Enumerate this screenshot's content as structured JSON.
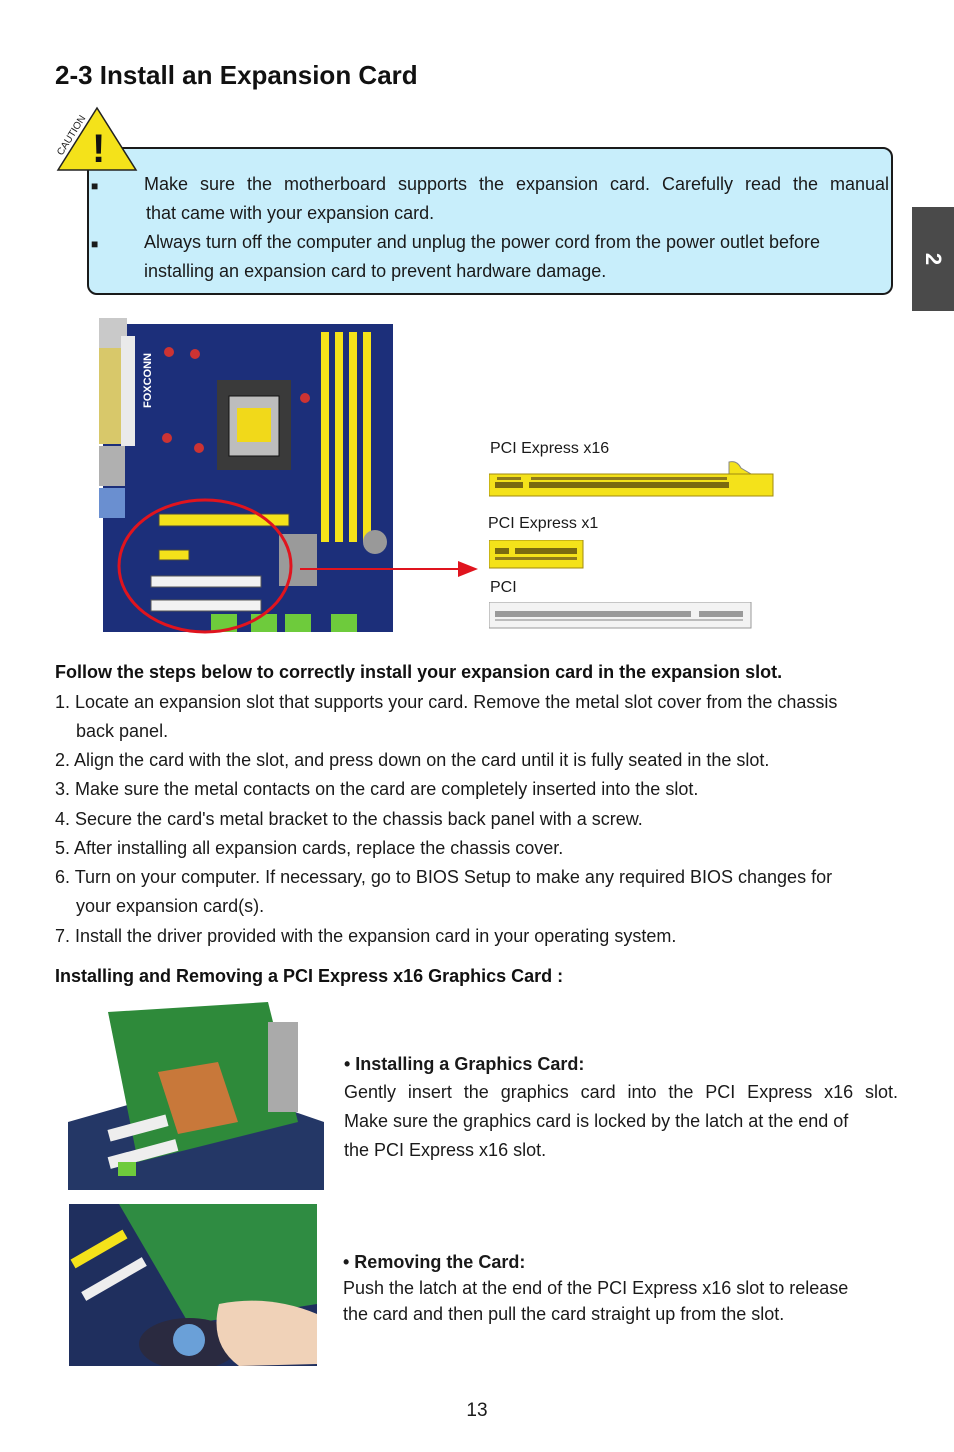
{
  "section": {
    "title": "2-3 Install an Expansion Card",
    "chapter_tab": "2"
  },
  "caution": {
    "label": "CAUTION",
    "bullets": [
      {
        "line1": "Make sure the motherboard supports the expansion card. Carefully read the manual",
        "line2": "that came with your expansion card."
      },
      {
        "line1": "Always turn off the computer and unplug the power cord from the power outlet before",
        "line2": "installing an expansion card to prevent hardware damage."
      }
    ]
  },
  "slots": {
    "pcie_x16": "PCI Express x16",
    "pcie_x1": "PCI Express x1",
    "pci": "PCI"
  },
  "board_brand": "FOXCONN",
  "steps": {
    "heading": "Follow the steps below to correctly install your expansion card in the expansion slot.",
    "s1a": "1. Locate an expansion slot that supports your card. Remove the metal slot cover from the chassis",
    "s1b": "back panel.",
    "s2": "2. Align the card with the slot, and press down on the card until it is fully seated in the slot.",
    "s3": "3. Make sure the metal contacts on the card are completely inserted into the slot.",
    "s4": "4. Secure the card's metal bracket to the chassis back panel with a screw.",
    "s5": "5. After installing all expansion cards, replace the chassis cover.",
    "s6a": "6. Turn on your computer. If necessary, go to BIOS Setup to make any required BIOS changes for",
    "s6b": "your expansion card(s).",
    "s7": "7. Install the driver provided with the expansion card in your operating system."
  },
  "graphics": {
    "heading": "Installing and Removing a PCI Express x16 Graphics Card :",
    "install_title": "• Installing a Graphics Card:",
    "install_l1": "Gently insert the graphics card into the PCI Express x16 slot.",
    "install_l2": "Make sure the graphics card is locked by the latch at the end of",
    "install_l3": "the PCI Express x16 slot.",
    "remove_title": "• Removing the Card:",
    "remove_l1": "Push the latch at the end of the PCI Express x16 slot to release",
    "remove_l2": "the card and then pull the card straight up from the slot."
  },
  "page_number": "13",
  "colors": {
    "caution_bg": "#c8eefb",
    "tab_bg": "#4a4a4a",
    "warning_yellow": "#f4e21a",
    "circle_red": "#e0141e"
  }
}
